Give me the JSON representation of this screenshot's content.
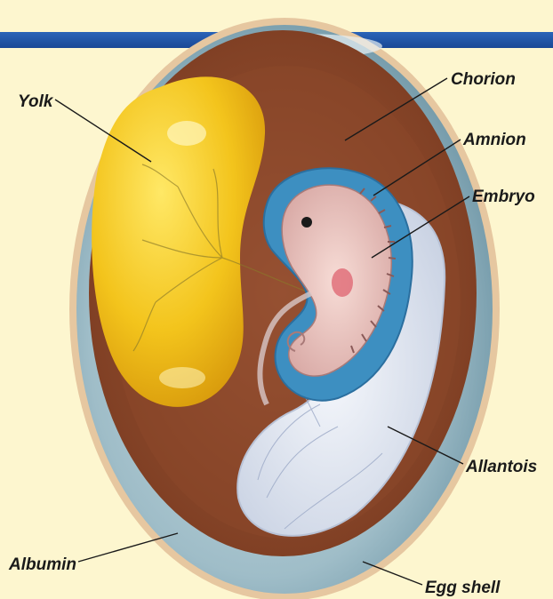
{
  "labels": {
    "yolk": "Yolk",
    "chorion": "Chorion",
    "amnion": "Amnion",
    "embryo": "Embryo",
    "allantois": "Allantois",
    "albumin": "Albumin",
    "egg_shell": "Egg shell"
  },
  "colors": {
    "background": "#fdf6cf",
    "header_band": "#1f56a8",
    "shell": "#e6c7a0",
    "albumin": "#9fbdc8",
    "chorion": "#8f4a2a",
    "yolk": "#f1c21b",
    "amnion": "#3d8fc1",
    "embryo": "#f0d1cc",
    "allantois": "#e3eaf4"
  }
}
